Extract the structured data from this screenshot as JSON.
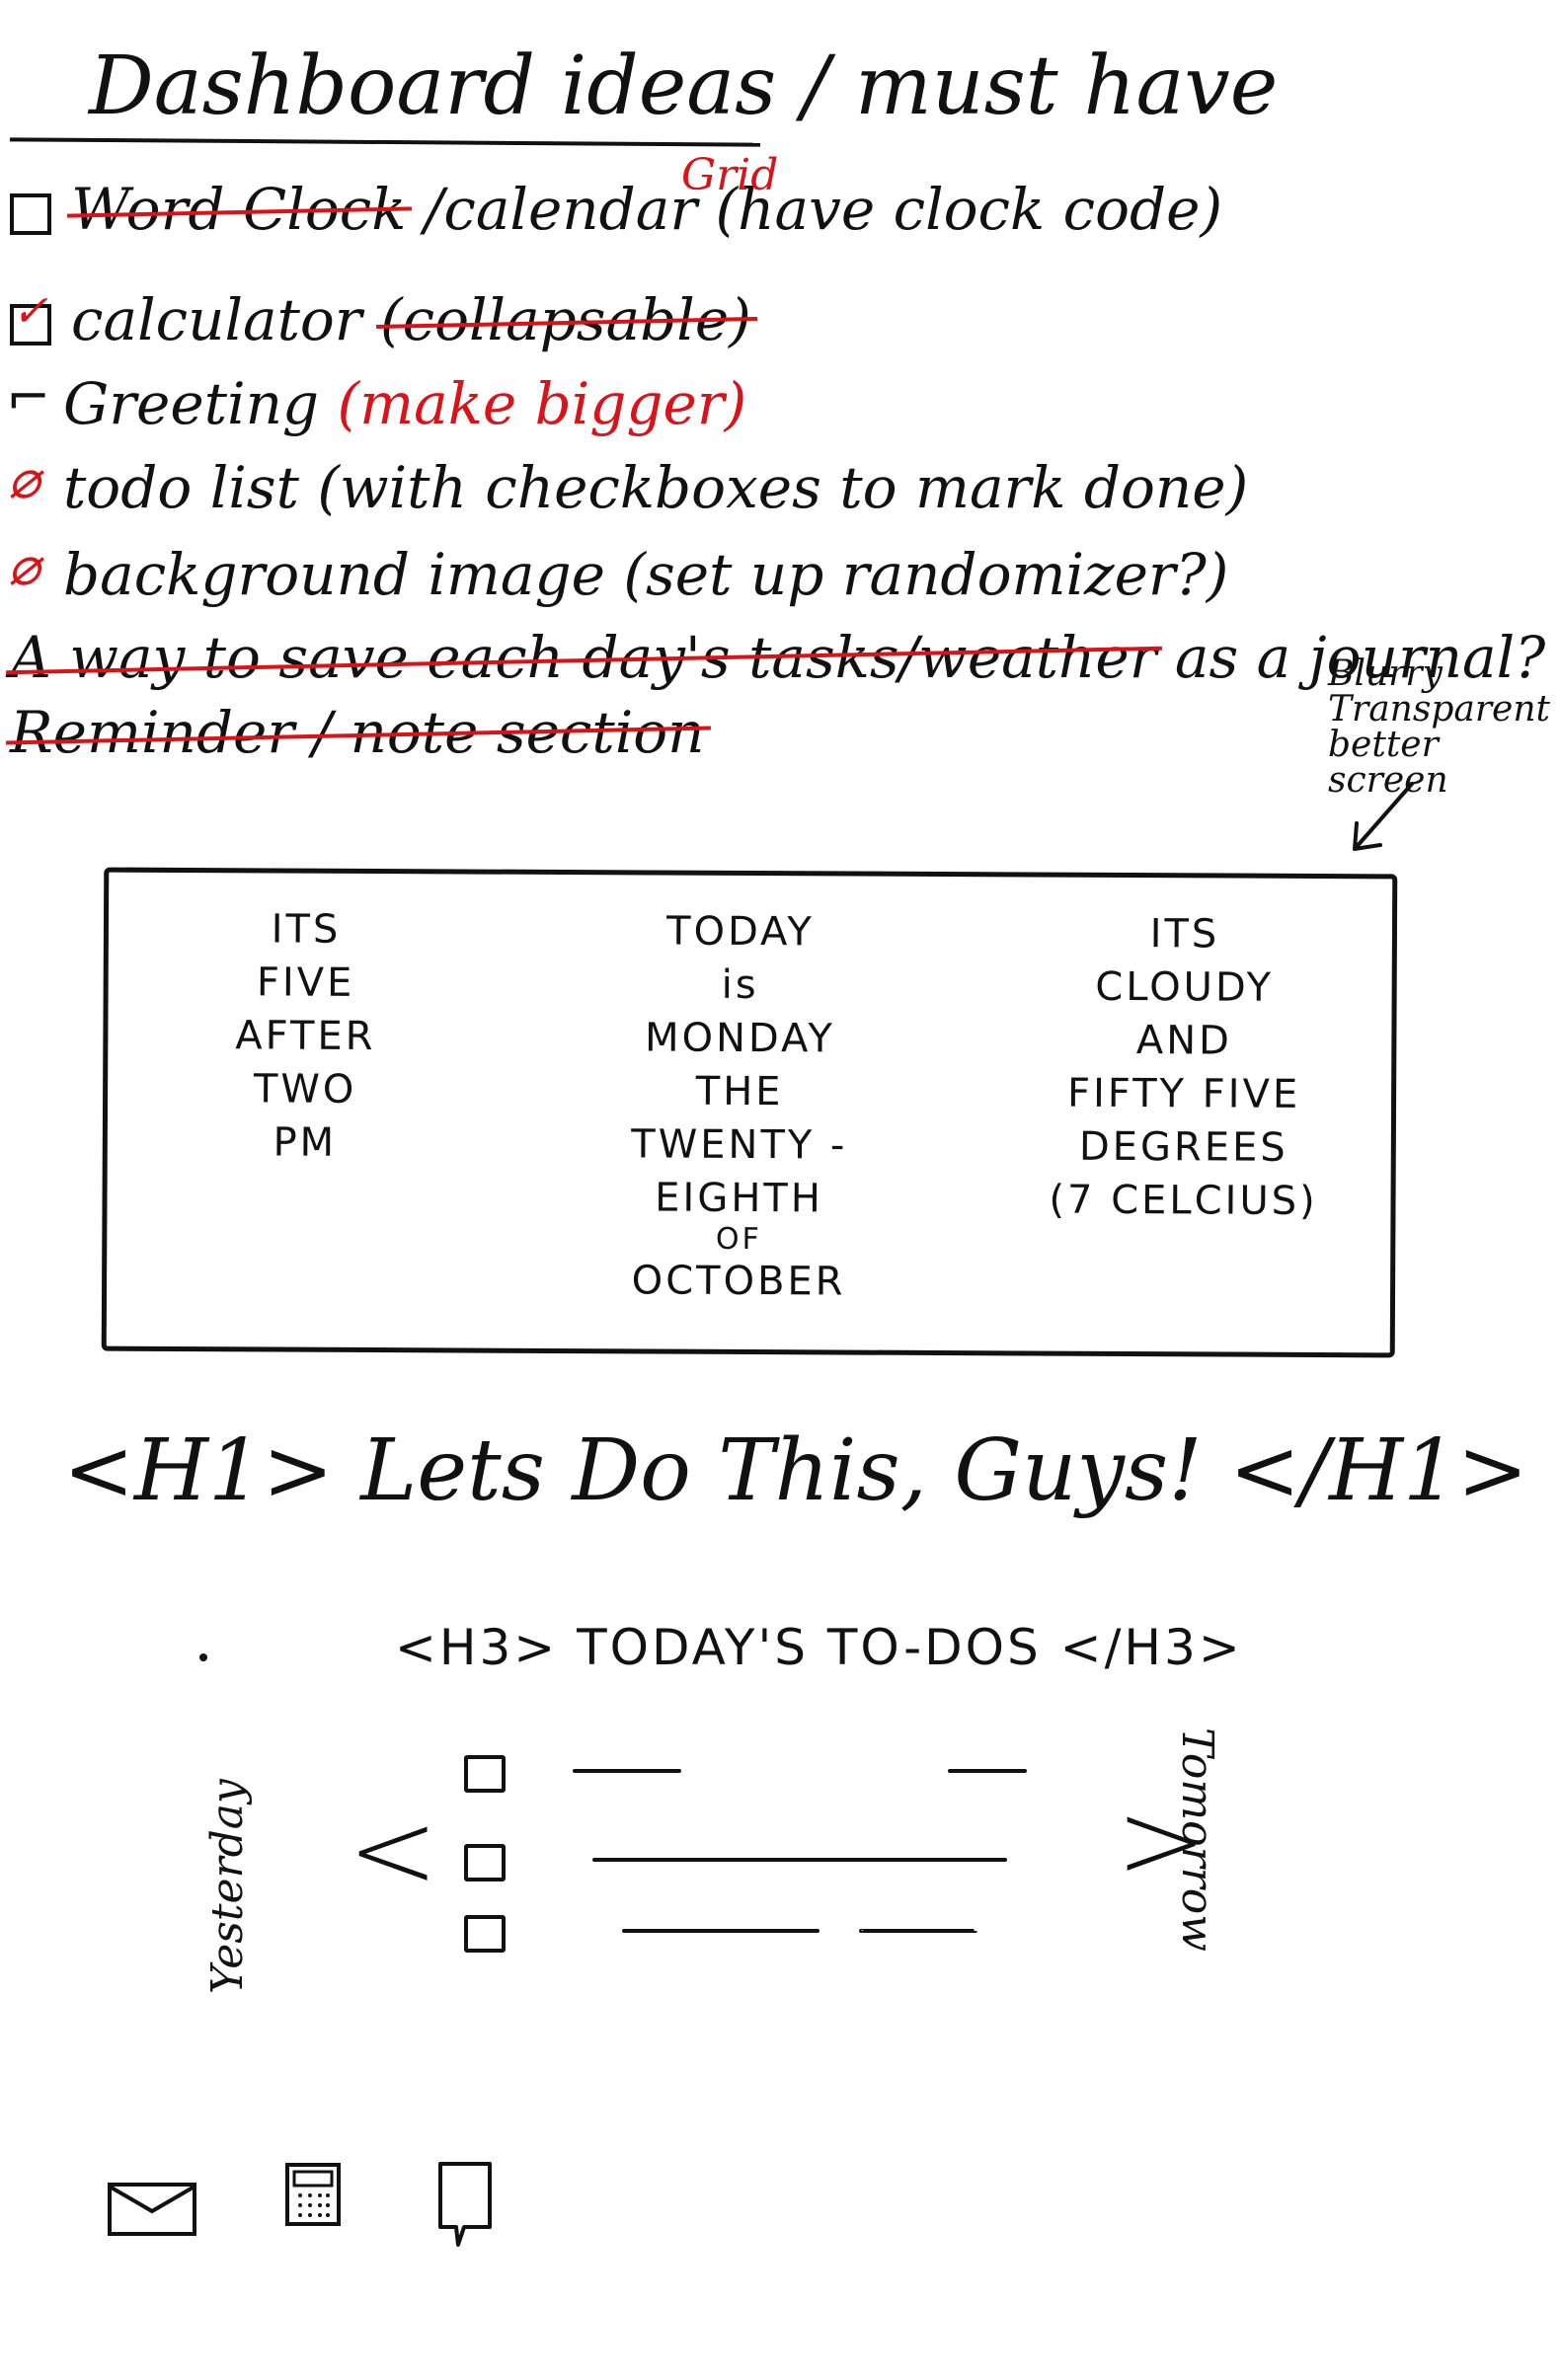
{
  "header": {
    "title": "Dashboard ideas / must have"
  },
  "ideas": [
    {
      "struck": "Word Clock",
      "text": " /calendar",
      "tail": " (have clock code)",
      "mark": "box"
    },
    {
      "text": "calculator ",
      "struck": "(collapsable)",
      "mark": "checked"
    },
    {
      "text": "Greeting ",
      "note": "(make bigger)",
      "mark": "hook"
    },
    {
      "text": "todo list (with checkboxes to mark done)",
      "mark": "redmark"
    },
    {
      "text": "background image (set up randomizer?)",
      "mark": "redmark"
    },
    {
      "struck": "A way to save each day's tasks/weather",
      "text": " as a journal?",
      "mark": "struck"
    },
    {
      "struck": "Reminder / note section",
      "mark": "struck"
    }
  ],
  "grid_note": "Grid",
  "side_note": "Blurry Transparent better screen",
  "sketch": {
    "time": [
      "ITS",
      "FIVE",
      "AFTER",
      "TWO",
      "PM"
    ],
    "date": [
      "TODAY",
      "is",
      "MONDAY",
      "THE",
      "TWENTY -",
      "EIGHTH",
      "OF",
      "OCTOBER"
    ],
    "weather": [
      "ITS",
      "CLOUDY",
      "AND",
      "FIFTY FIVE",
      "DEGREES",
      "(7 CELCIUS)"
    ]
  },
  "greeting": "<H1> Lets Do This, Guys! </H1>",
  "todo_heading": "<H3> TODAY'S TO-DOS </H3>",
  "nav": {
    "prev_glyph": "<",
    "next_glyph": ">",
    "prev_label": "Yesterday",
    "next_label": "Tomorrow"
  },
  "icons": [
    "mail-icon",
    "calculator-icon",
    "note-icon"
  ],
  "colors": {
    "ink": "#111111",
    "red": "#d8141a"
  }
}
